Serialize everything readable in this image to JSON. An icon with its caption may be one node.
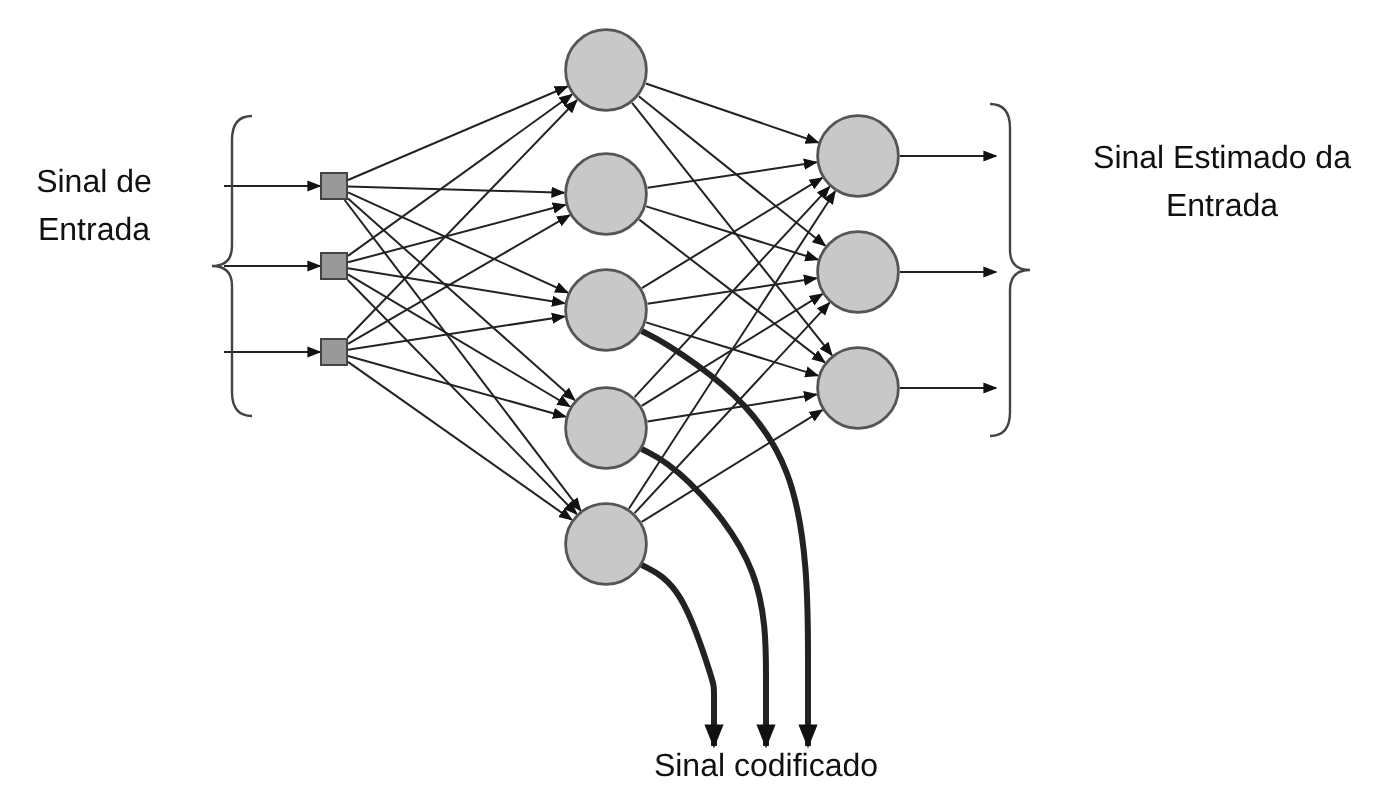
{
  "diagram": {
    "nodes": [
      {
        "text": [],
        "shape": "box"
      },
      {
        "text": [],
        "shape": "box"
      },
      {
        "text": [],
        "shape": "box"
      },
      {
        "text": [],
        "shape": "circle"
      },
      {
        "text": [],
        "shape": "circle"
      },
      {
        "text": [],
        "shape": "circle"
      },
      {
        "text": [],
        "shape": "circle"
      },
      {
        "text": [],
        "shape": "circle"
      },
      {
        "text": [],
        "shape": "circle"
      },
      {
        "text": [],
        "shape": "circle"
      },
      {
        "text": [],
        "shape": "circle"
      },
      {
        "text": [
          "Sinal codificado"
        ]
      }
    ],
    "edges": [
      {
        "from": null,
        "to": 0,
        "arrow": "to"
      },
      {
        "from": null,
        "to": 1,
        "arrow": "to"
      },
      {
        "from": null,
        "to": 2,
        "arrow": "to"
      },
      {
        "from": 0,
        "to": 3,
        "arrow": "to"
      },
      {
        "from": 0,
        "to": 4,
        "arrow": "to"
      },
      {
        "from": 0,
        "to": 5,
        "arrow": "to"
      },
      {
        "from": 0,
        "to": 6,
        "arrow": "to"
      },
      {
        "from": 0,
        "to": 7,
        "arrow": "to"
      },
      {
        "from": 1,
        "to": 3,
        "arrow": "to"
      },
      {
        "from": 1,
        "to": 4,
        "arrow": "to"
      },
      {
        "from": 1,
        "to": 5,
        "arrow": "to"
      },
      {
        "from": 1,
        "to": 6,
        "arrow": "to"
      },
      {
        "from": 1,
        "to": 7,
        "arrow": "to"
      },
      {
        "from": 2,
        "to": 3,
        "arrow": "to"
      },
      {
        "from": 2,
        "to": 4,
        "arrow": "to"
      },
      {
        "from": 2,
        "to": 5,
        "arrow": "to"
      },
      {
        "from": 2,
        "to": 6,
        "arrow": "to"
      },
      {
        "from": 2,
        "to": 7,
        "arrow": "to"
      },
      {
        "from": 3,
        "to": 8,
        "arrow": "to"
      },
      {
        "from": 3,
        "to": 9,
        "arrow": "to"
      },
      {
        "from": 3,
        "to": 10,
        "arrow": "to"
      },
      {
        "from": 4,
        "to": 8,
        "arrow": "to"
      },
      {
        "from": 4,
        "to": 9,
        "arrow": "to"
      },
      {
        "from": 4,
        "to": 10,
        "arrow": "to"
      },
      {
        "from": 5,
        "to": 8,
        "arrow": "to"
      },
      {
        "from": 5,
        "to": 9,
        "arrow": "to"
      },
      {
        "from": 5,
        "to": 10,
        "arrow": "to"
      },
      {
        "from": 6,
        "to": 8,
        "arrow": "to"
      },
      {
        "from": 6,
        "to": 9,
        "arrow": "to"
      },
      {
        "from": 6,
        "to": 10,
        "arrow": "to"
      },
      {
        "from": 7,
        "to": 8,
        "arrow": "to"
      },
      {
        "from": 7,
        "to": 9,
        "arrow": "to"
      },
      {
        "from": 7,
        "to": 10,
        "arrow": "to"
      },
      {
        "from": 8,
        "to": null,
        "arrow": "to"
      },
      {
        "from": 9,
        "to": null,
        "arrow": "to"
      },
      {
        "from": 10,
        "to": null,
        "arrow": "to"
      },
      {
        "from": 5,
        "to": 11,
        "arrow": "to",
        "style": "thick"
      },
      {
        "from": 6,
        "to": 11,
        "arrow": "to",
        "style": "thick"
      },
      {
        "from": 7,
        "to": 11,
        "arrow": "to",
        "style": "thick"
      }
    ],
    "labels": [
      "Sinal de Entrada",
      "Sinal Estimado da Entrada"
    ]
  }
}
